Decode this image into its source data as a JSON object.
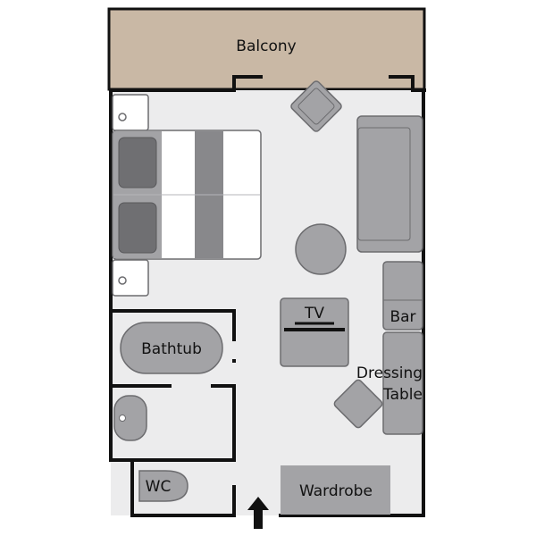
{
  "labels": {
    "balcony": "Balcony",
    "tv": "TV",
    "bar": "Bar",
    "bathtub": "Bathtub",
    "dressing_table_line1": "Dressing",
    "dressing_table_line2": "Table",
    "wc": "WC",
    "wardrobe": "Wardrobe"
  },
  "colors": {
    "balcony": "#c9b8a5",
    "floor": "#ececed",
    "wall": "#111111",
    "furniture": "#a3a3a6",
    "furniture_dark": "#88888b",
    "furniture_stroke": "#6c6c6f",
    "bed_white": "#ffffff"
  },
  "icons": {
    "entrance": "arrow-up-icon"
  }
}
